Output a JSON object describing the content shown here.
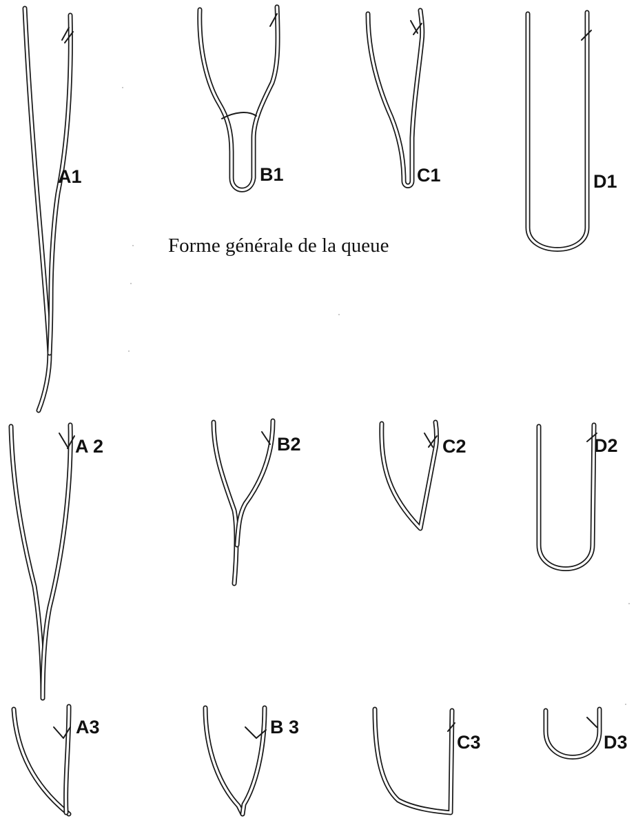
{
  "caption": "Forme générale de la queue",
  "labels": {
    "A1": "A1",
    "B1": "B1",
    "C1": "C1",
    "D1": "D1",
    "A2": "A 2",
    "B2": "B2",
    "C2": "C2",
    "D2": "D2",
    "A3": "A3",
    "B3": "B 3",
    "C3": "C3",
    "D3": "D3"
  },
  "colors": {
    "ink": "#1a1a1a",
    "paper": "#ffffff"
  }
}
